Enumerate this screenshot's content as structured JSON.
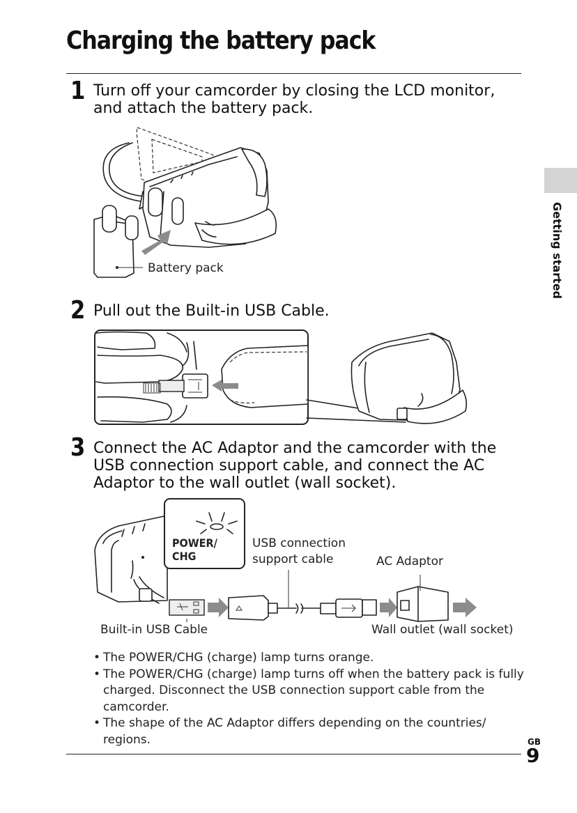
{
  "page": {
    "title": "Charging the battery pack",
    "section_tab": "Getting started",
    "region_code": "GB",
    "page_number": "9"
  },
  "steps": [
    {
      "number": "1",
      "text": "Turn off your camcorder by closing the LCD monitor, and attach the battery pack."
    },
    {
      "number": "2",
      "text": "Pull out the Built-in USB Cable."
    },
    {
      "number": "3",
      "text": "Connect the AC Adaptor and the camcorder with the USB connection support cable, and connect the AC Adaptor to the wall outlet (wall socket)."
    }
  ],
  "figure1": {
    "battery_label": "Battery pack"
  },
  "figure3": {
    "lamp_label": "POWER/\nCHG",
    "usb_support_label": "USB connection\nsupport cable",
    "adaptor_label": "AC Adaptor",
    "builtin_cable_label": "Built-in USB Cable",
    "wall_outlet_label": "Wall outlet (wall socket)"
  },
  "notes": [
    "The POWER/CHG (charge) lamp turns orange.",
    "The POWER/CHG (charge) lamp turns off when the battery pack is fully charged. Disconnect the USB connection support cable from the camcorder.",
    "The shape of the AC Adaptor differs depending on the countries/ regions."
  ],
  "colors": {
    "side_tab": "#d4d4d4",
    "arrow": "#8c8c8c"
  }
}
